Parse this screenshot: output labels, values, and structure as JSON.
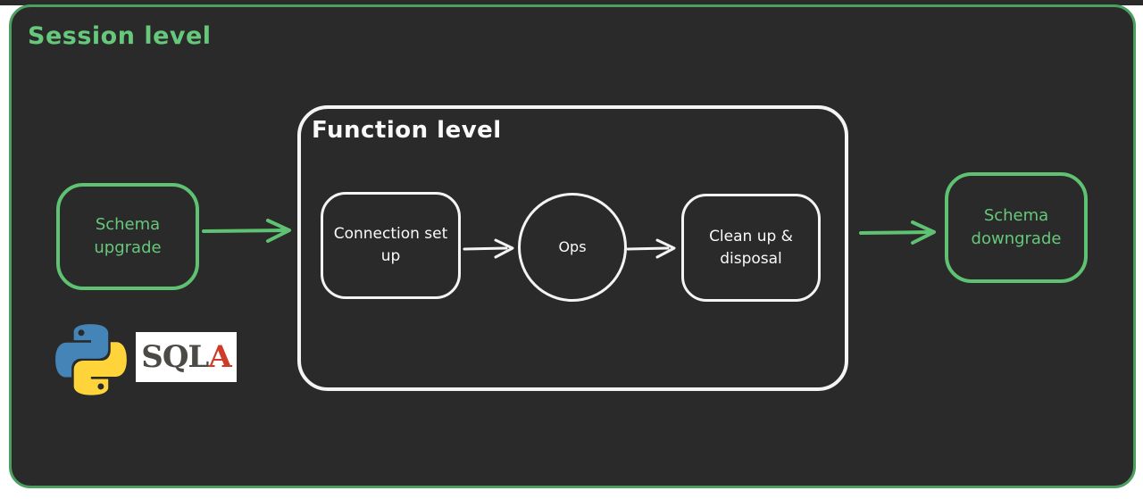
{
  "colors": {
    "page_bg": "#ffffff",
    "bg_dark": "#2a2a2a",
    "green_dark": "#4b9f60",
    "green": "#5ec272",
    "green_text": "#66c87a",
    "white_stroke": "#f4f4f4",
    "white_text": "#fafafa",
    "python_blue": "#4584b6",
    "python_yellow": "#ffd43b",
    "sqla_gray": "#4c4a45",
    "sqla_red": "#cd3c2a"
  },
  "session": {
    "title": "Session level"
  },
  "function": {
    "title": "Function level"
  },
  "nodes": {
    "schema_upgrade": {
      "line1": "Schema",
      "line2": "upgrade"
    },
    "connection_setup": {
      "line1": "Connection set",
      "line2": "up"
    },
    "ops": {
      "label": "Ops"
    },
    "cleanup": {
      "line1": "Clean up &",
      "line2": "disposal"
    },
    "schema_downgrade": {
      "line1": "Schema",
      "line2": "downgrade"
    }
  },
  "logos": {
    "python": {
      "icon": "python-logo"
    },
    "sqlalchemy": {
      "icon": "sqlalchemy-logo",
      "text_dark": "SQL",
      "text_red": "A"
    }
  }
}
